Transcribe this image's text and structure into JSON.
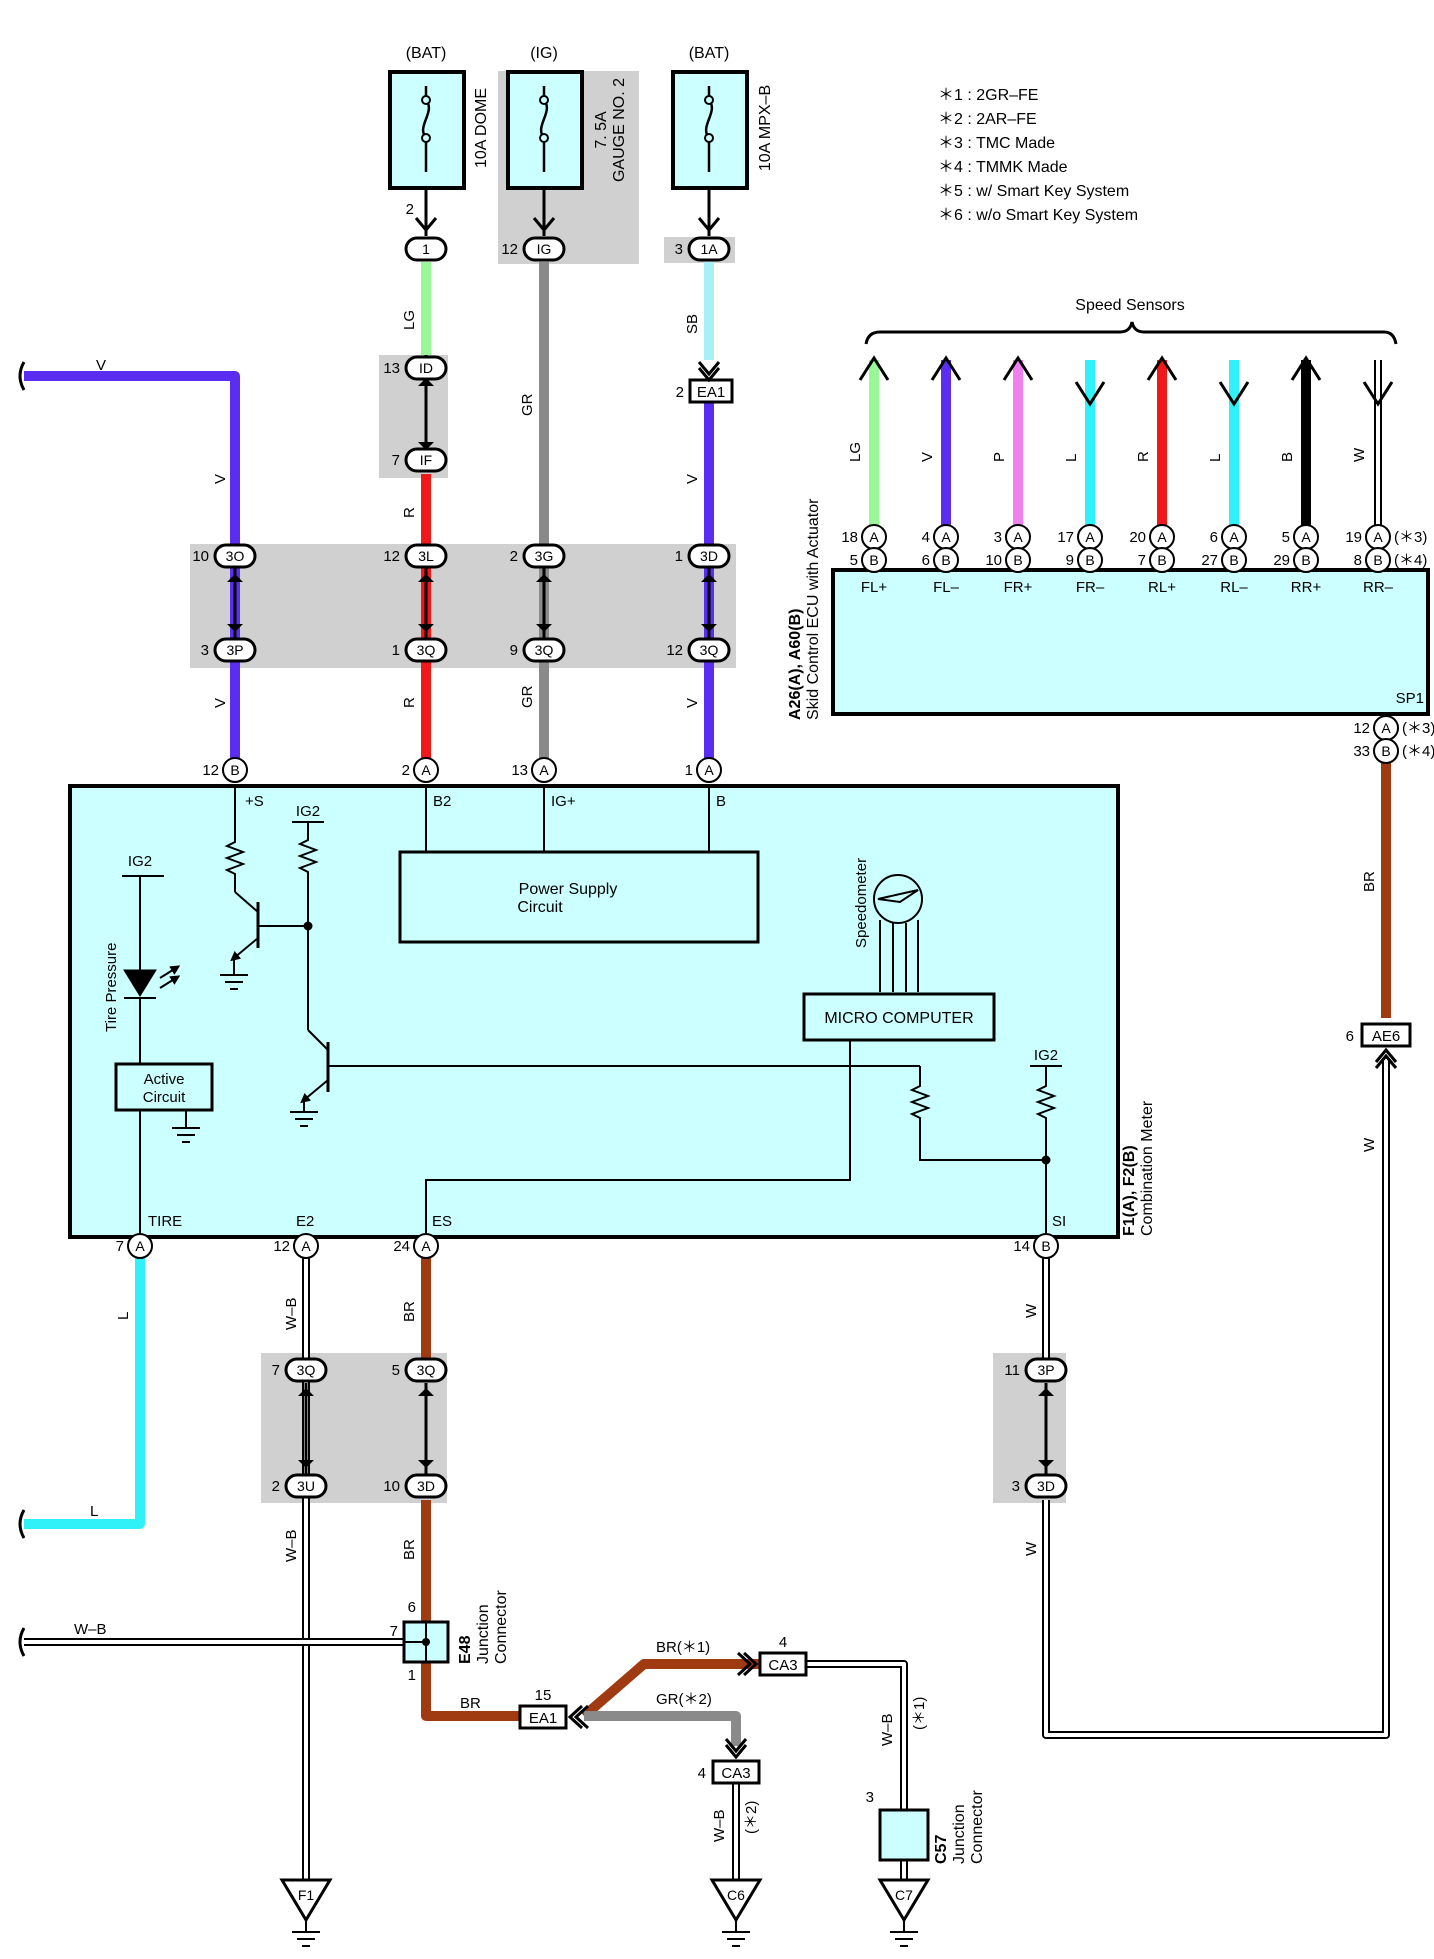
{
  "notes": [
    "＊1 : 2GR–FE",
    "＊2 : 2AR–FE",
    "＊3 : TMC Made",
    "＊4 : TMMK Made",
    "＊5 : w/ Smart Key System",
    "＊6 : w/o Smart Key System"
  ],
  "fuses": [
    {
      "source": "(BAT)",
      "name": "10A DOME",
      "pin": "2",
      "conn": "1",
      "color": "LG"
    },
    {
      "source": "(IG)",
      "name_line1": "7. 5A",
      "name_line2": "GAUGE NO. 2",
      "pin": "12",
      "conn": "IG",
      "color": "GR"
    },
    {
      "source": "(BAT)",
      "name": "10A MPX–B",
      "pin": "3",
      "conn": "1A",
      "color": "SB"
    }
  ],
  "speed_sensors": {
    "title": "Speed Sensors",
    "wires": [
      {
        "color_code": "LG",
        "hex": "#98f898",
        "a_pin": "18",
        "b_pin": "5",
        "term": "FL+",
        "dir": "up"
      },
      {
        "color_code": "V",
        "hex": "#5a2df0",
        "a_pin": "4",
        "b_pin": "6",
        "term": "FL–",
        "dir": "up"
      },
      {
        "color_code": "P",
        "hex": "#f080f0",
        "a_pin": "3",
        "b_pin": "10",
        "term": "FR+",
        "dir": "up"
      },
      {
        "color_code": "L",
        "hex": "#30f0f8",
        "a_pin": "17",
        "b_pin": "9",
        "term": "FR–",
        "dir": "down"
      },
      {
        "color_code": "R",
        "hex": "#f01818",
        "a_pin": "20",
        "b_pin": "7",
        "term": "RL+",
        "dir": "up"
      },
      {
        "color_code": "L",
        "hex": "#30f0f8",
        "a_pin": "6",
        "b_pin": "27",
        "term": "RL–",
        "dir": "down"
      },
      {
        "color_code": "B",
        "hex": "#000000",
        "a_pin": "5",
        "b_pin": "29",
        "term": "RR+",
        "dir": "up"
      },
      {
        "color_code": "W",
        "hex": "#ffffff",
        "a_pin": "19",
        "b_pin": "8",
        "term": "RR–",
        "dir": "down"
      }
    ],
    "variant_a": "(＊3)",
    "variant_b": "(＊4)"
  },
  "ecu": {
    "label_line1": "A26(A), A60(B)",
    "label_line2": "Skid Control ECU with Actuator",
    "sp1_label": "SP1",
    "sp1_pin_a": "12",
    "sp1_pin_b": "33",
    "sp1_var_a": "(＊3)",
    "sp1_var_b": "(＊4)"
  },
  "meter": {
    "label_line1": "F1(A), F2(B)",
    "label_line2": "Combination Meter",
    "terminals": [
      "+S",
      "B2",
      "IG+",
      "B",
      "TIRE",
      "E2",
      "ES",
      "SI"
    ],
    "ig2": "IG2",
    "power_supply_line1": "Power Supply",
    "power_supply_line2": "Circuit",
    "micro_computer": "MICRO COMPUTER",
    "speedometer": "Speedometer",
    "tire_pressure": "Tire Pressure",
    "active_line1": "Active",
    "active_line2": "Circuit",
    "top_pins": [
      {
        "num": "12",
        "letter": "B"
      },
      {
        "num": "2",
        "letter": "A"
      },
      {
        "num": "13",
        "letter": "A"
      },
      {
        "num": "1",
        "letter": "A"
      }
    ],
    "bottom_pins": [
      {
        "num": "7",
        "letter": "A"
      },
      {
        "num": "12",
        "letter": "A"
      },
      {
        "num": "24",
        "letter": "A"
      },
      {
        "num": "14",
        "letter": "B"
      }
    ]
  },
  "connectors": {
    "id_pin": "13",
    "id_name": "ID",
    "if_pin": "7",
    "if_name": "IF",
    "ea1_top_pin": "2",
    "ea1_top_name": "EA1",
    "c3o_pin": "10",
    "c3o_name": "3O",
    "c3l_pin": "12",
    "c3l_name": "3L",
    "c3g_pin": "2",
    "c3g_name": "3G",
    "c3d_pin": "1",
    "c3d_name": "3D",
    "c3p_pin": "3",
    "c3p_name": "3P",
    "c3q1_pin": "1",
    "c3q1_name": "3Q",
    "c3q9_pin": "9",
    "c3q9_name": "3Q",
    "c3q12_pin": "12",
    "c3q12_name": "3Q",
    "b3q7_pin": "7",
    "b3q7_name": "3Q",
    "b3q5_pin": "5",
    "b3q5_name": "3Q",
    "b3u_pin": "2",
    "b3u_name": "3U",
    "b3d10_pin": "10",
    "b3d10_name": "3D",
    "b3p_pin": "11",
    "b3p_name": "3P",
    "b3d3_pin": "3",
    "b3d3_name": "3D",
    "ae6_pin": "6",
    "ae6_name": "AE6",
    "e48_name": "E48",
    "e48_line1": "Junction",
    "e48_line2": "Connector",
    "e48_pin6": "6",
    "e48_pin7": "7",
    "e48_pin1": "1",
    "ea1_bot_pin": "15",
    "ea1_bot_name": "EA1",
    "ca3_top_pin": "4",
    "ca3_top_name": "CA3",
    "ca3_bot_pin": "4",
    "ca3_bot_name": "CA3",
    "c57_name": "C57",
    "c57_line1": "Junction",
    "c57_line2": "Connector",
    "c57_pin": "3"
  },
  "wire_labels": {
    "v_left": "V",
    "v_3o": "V",
    "v_3p": "V",
    "lg_fuse": "LG",
    "r_if": "R",
    "r_3q": "R",
    "gr_top": "GR",
    "gr_mid": "GR",
    "sb": "SB",
    "v_ea1": "V",
    "v_3q12": "V",
    "br_ecu": "BR",
    "w_ae6": "W",
    "l_tire": "L",
    "l_left": "L",
    "wb_e2": "W–B",
    "wb_e2_low": "W–B",
    "br_es": "BR",
    "br_es_low": "BR",
    "w_si": "W",
    "w_si_low": "W",
    "wb_left": "W–B",
    "br_bottom": "BR",
    "br_star1": "BR(＊1)",
    "gr_star2": "GR(＊2)",
    "wb_ca3": "W–B",
    "star2": "(＊2)",
    "wb_c57": "W–B",
    "star1": "(＊1)"
  },
  "grounds": [
    "F1",
    "C6",
    "C7"
  ],
  "colors": {
    "component_fill": "#ccffff",
    "junction_gray": "#d0d0d0",
    "V": "#5a2df0",
    "LG": "#98f898",
    "R": "#f01818",
    "GR": "#8a8a8a",
    "SB": "#a8f0f8",
    "BR": "#a03a10",
    "L": "#30f0f8"
  }
}
